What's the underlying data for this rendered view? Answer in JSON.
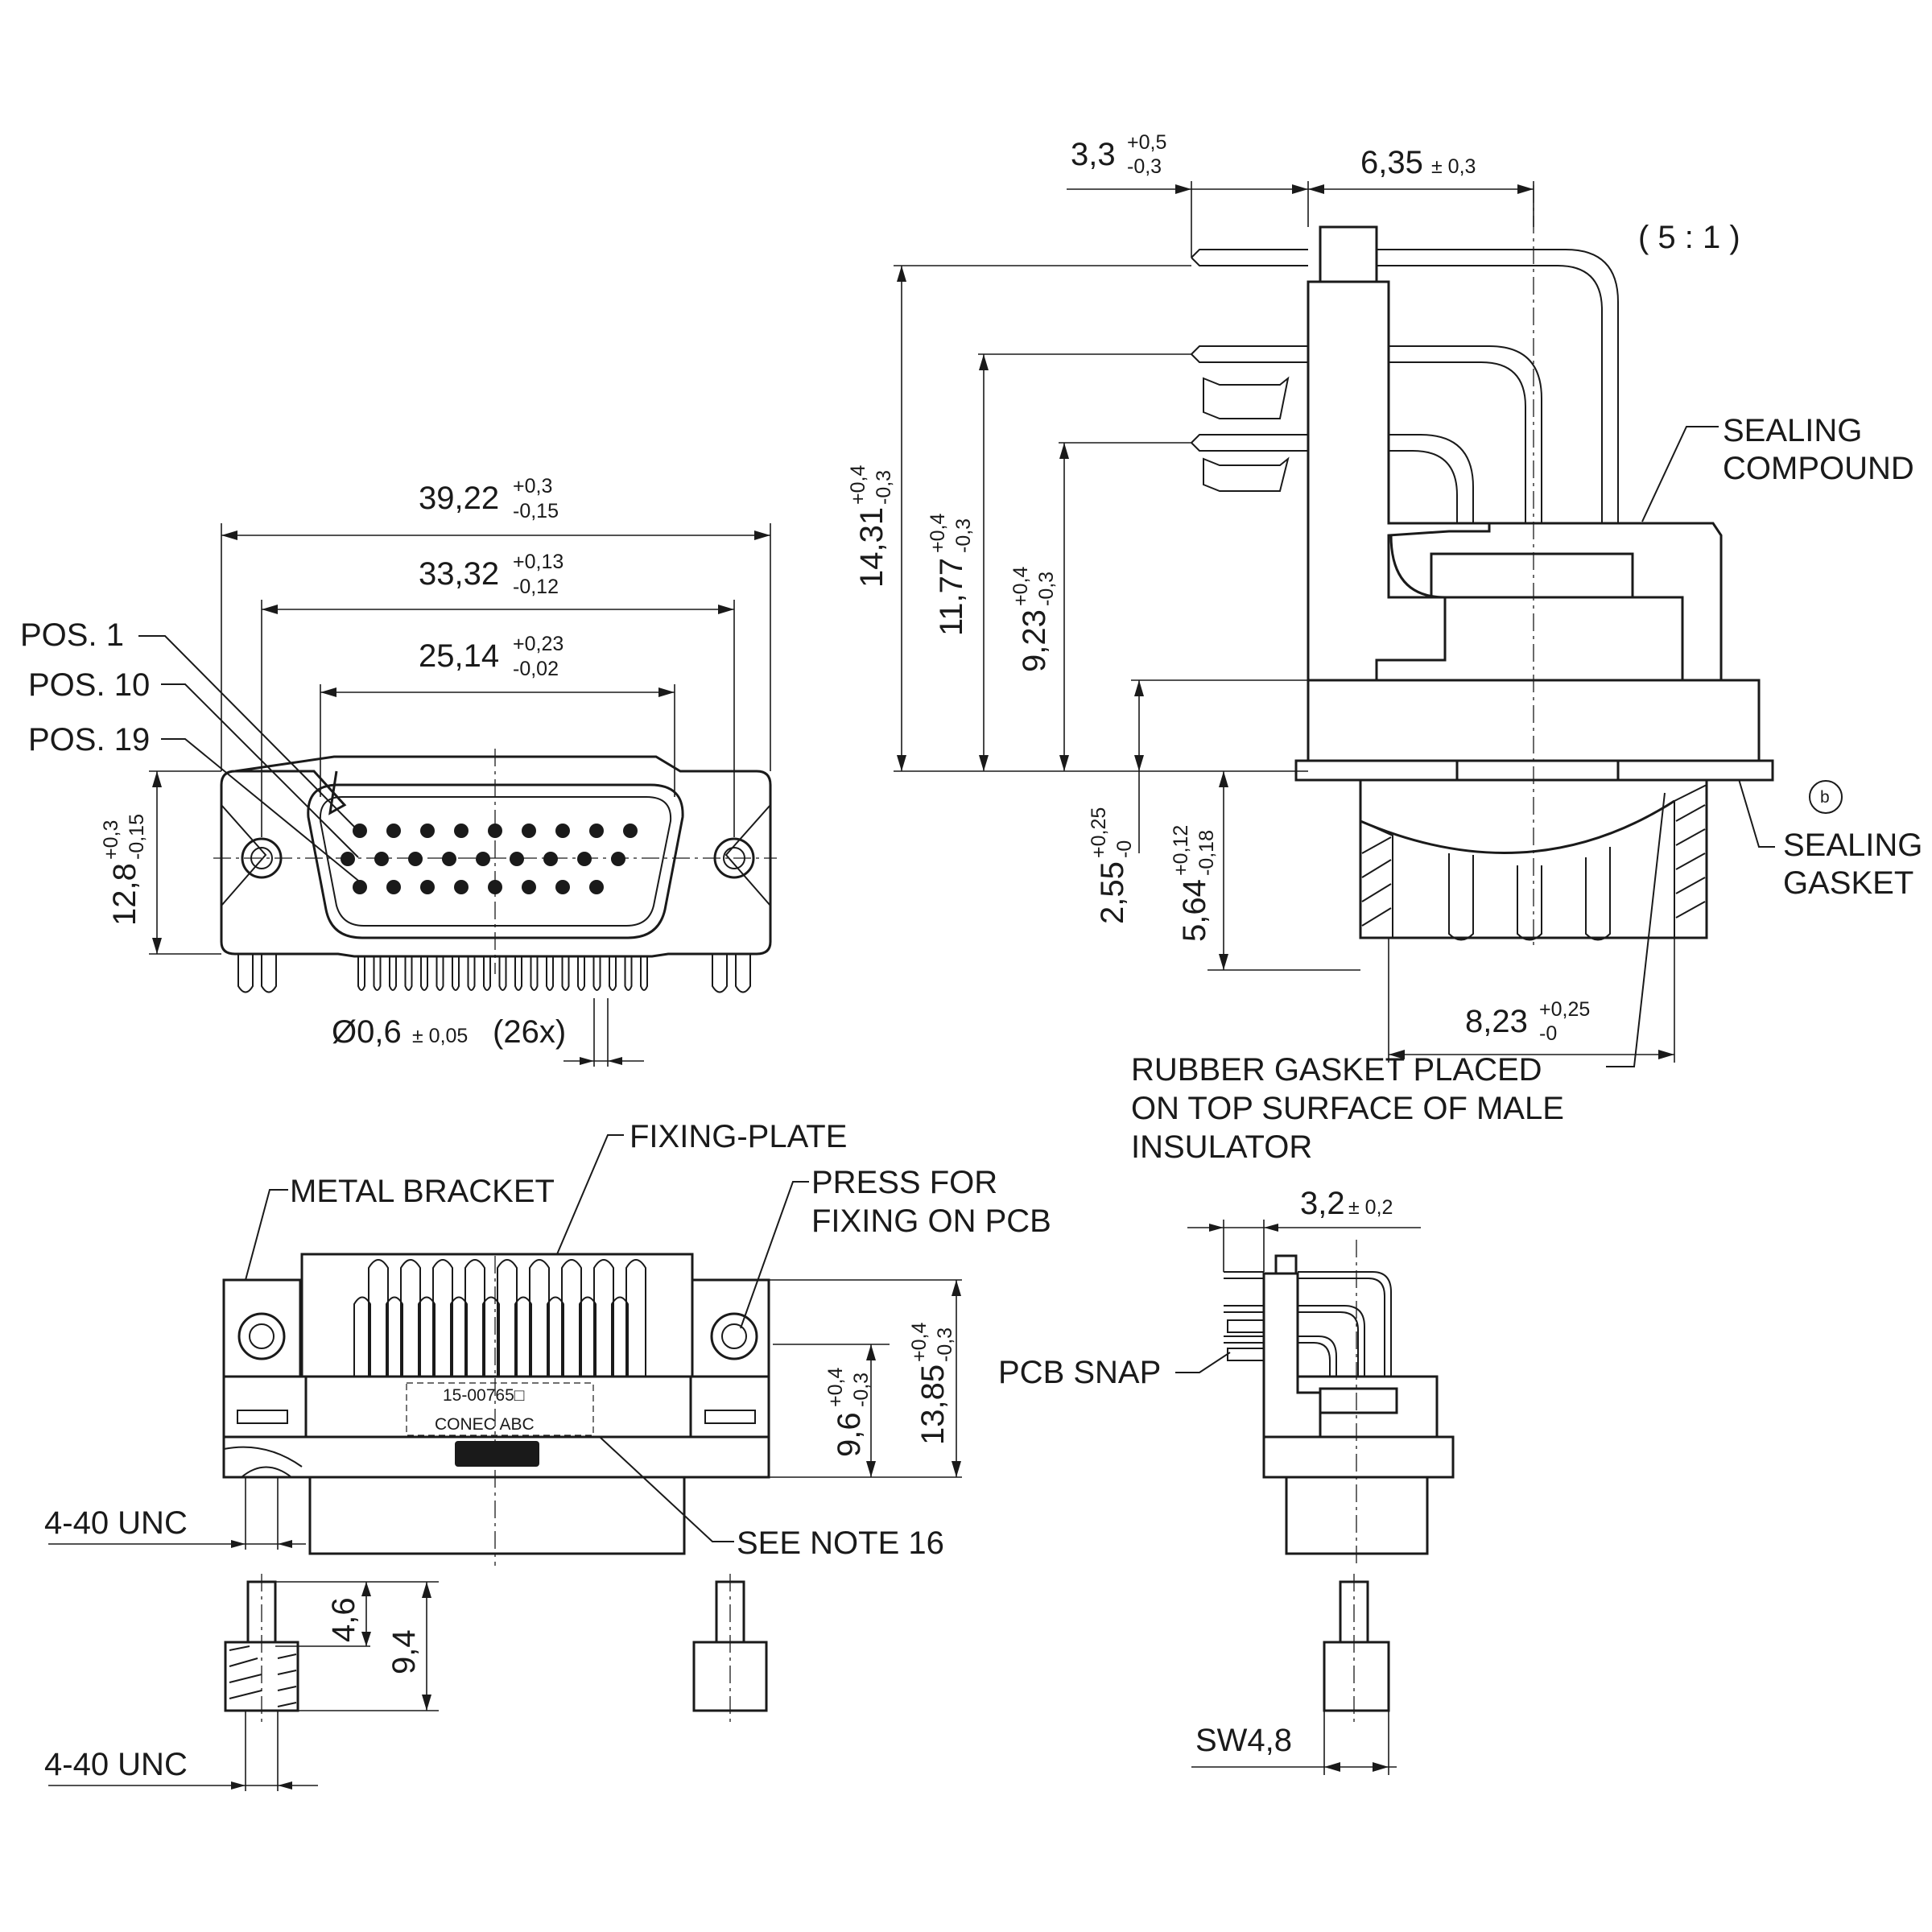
{
  "labels": {
    "pos1": "POS. 1",
    "pos10": "POS. 10",
    "pos19": "POS. 19",
    "sealing_compound_1": "SEALING",
    "sealing_compound_2": "COMPOUND",
    "sealing_gasket_1": "SEALING",
    "sealing_gasket_2": "GASKET",
    "rubber_gasket_1": "RUBBER GASKET PLACED",
    "rubber_gasket_2": "ON TOP SURFACE OF MALE",
    "rubber_gasket_3": "INSULATOR",
    "metal_bracket": "METAL BRACKET",
    "fixing_plate": "FIXING-PLATE",
    "press_fixing_1": "PRESS  FOR",
    "press_fixing_2": "FIXING ON PCB",
    "see_note": "SEE NOTE 16",
    "pcb_snap": "PCB SNAP",
    "unc_top": "4-40 UNC",
    "unc_bottom": "4-40 UNC",
    "scale": "( 5 : 1 )",
    "detail_b": "b",
    "marking_1": "15-00765□",
    "marking_2": "CONEC  ABC"
  },
  "dimensions": {
    "w_39": {
      "value": "39,22",
      "tol_plus": "+0,3",
      "tol_minus": "-0,15"
    },
    "w_33": {
      "value": "33,32",
      "tol_plus": "+0,13",
      "tol_minus": "-0,12"
    },
    "w_25": {
      "value": "25,14",
      "tol_plus": "+0,23",
      "tol_minus": "-0,02"
    },
    "h_12": {
      "value": "12,8",
      "tol_plus": "+0,3",
      "tol_minus": "-0,15"
    },
    "pin_dia": {
      "value": "Ø0,6",
      "tol": "± 0,05",
      "suffix": "(26x)"
    },
    "d_3_3": {
      "value": "3,3",
      "tol_plus": "+0,5",
      "tol_minus": "-0,3"
    },
    "d_6_35": {
      "value": "6,35",
      "tol": "± 0,3"
    },
    "h_14": {
      "value": "14,31",
      "tol_plus": "+0,4",
      "tol_minus": "-0,3"
    },
    "h_11": {
      "value": "11,77",
      "tol_plus": "+0,4",
      "tol_minus": "-0,3"
    },
    "h_9_23": {
      "value": "9,23",
      "tol_plus": "+0,4",
      "tol_minus": "-0,3"
    },
    "h_2_55": {
      "value": "2,55",
      "tol_plus": "+0,25",
      "tol_minus": "-0"
    },
    "h_5_64": {
      "value": "5,64",
      "tol_plus": "+0,12",
      "tol_minus": "-0,18"
    },
    "w_8_23": {
      "value": "8,23",
      "tol_plus": "+0,25",
      "tol_minus": "-0"
    },
    "h_9_6": {
      "value": "9,6",
      "tol_plus": "+0,4",
      "tol_minus": "-0,3"
    },
    "h_13_85": {
      "value": "13,85",
      "tol_plus": "+0,4",
      "tol_minus": "-0,3"
    },
    "h_4_6": {
      "value": "4,6"
    },
    "h_9_4": {
      "value": "9,4"
    },
    "d_3_2": {
      "value": "3,2",
      "tol": "± 0,2"
    },
    "sw": {
      "value": "SW4,8"
    }
  }
}
